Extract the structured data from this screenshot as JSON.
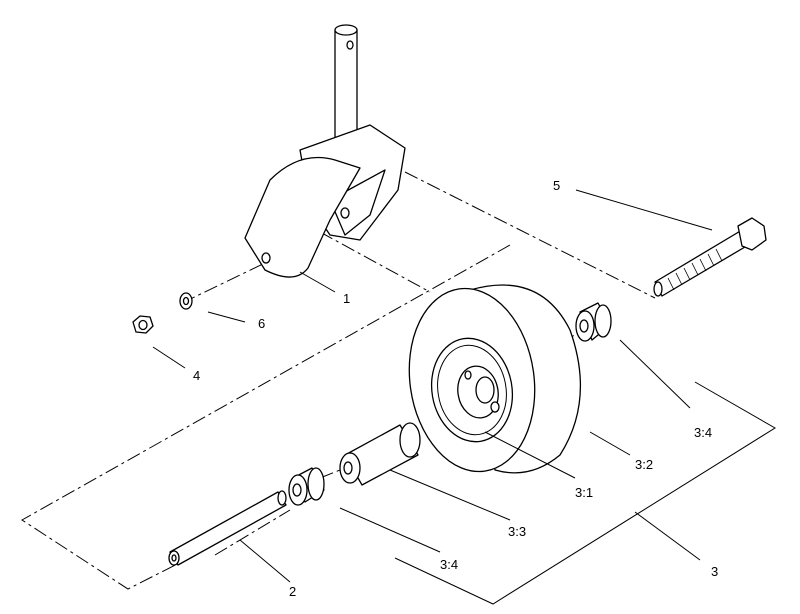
{
  "labels": {
    "part_1": "1",
    "part_2": "2",
    "part_3": "3",
    "part_4": "4",
    "part_5": "5",
    "part_6": "6",
    "part_3_1": "3:1",
    "part_3_2": "3:2",
    "part_3_3": "3:3",
    "part_3_4_upper": "3:4",
    "part_3_4_lower": "3:4"
  }
}
